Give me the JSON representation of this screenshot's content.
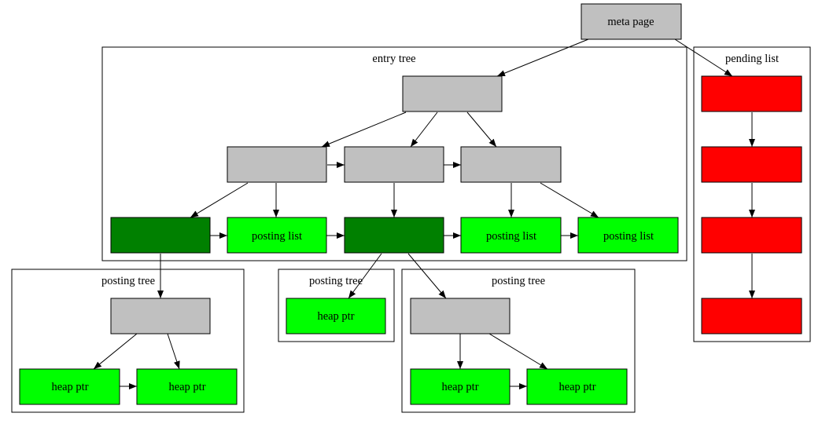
{
  "colors": {
    "internal": "#c0c0c0",
    "leaf_dark": "#008000",
    "leaf_light": "#00ff00",
    "pending": "#ff0000",
    "line": "#000000"
  },
  "meta_page": {
    "label": "meta page"
  },
  "clusters": {
    "entry_tree": "entry tree",
    "pending_list": "pending list",
    "posting_tree_left": "posting tree",
    "posting_tree_mid": "posting tree",
    "posting_tree_right": "posting tree"
  },
  "nodes": {
    "posting_list": "posting list",
    "heap_ptr": "heap ptr"
  }
}
